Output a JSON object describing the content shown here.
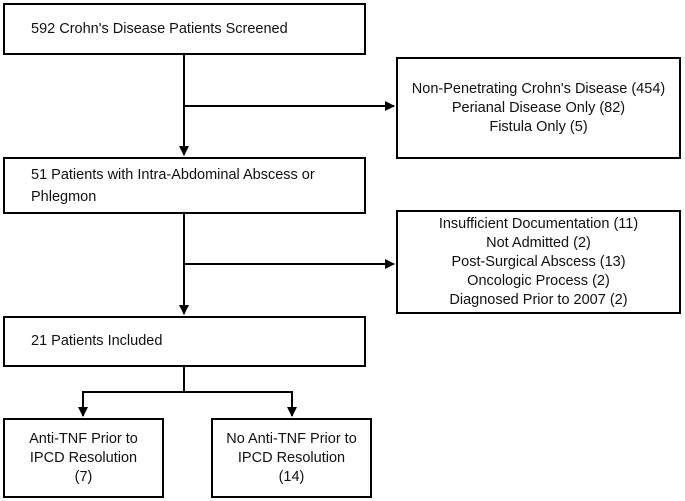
{
  "flowchart": {
    "screened": "592 Crohn's Disease Patients Screened",
    "exclusion_1": [
      "Non-Penetrating Crohn's Disease (454)",
      "Perianal Disease Only (82)",
      "Fistula Only (5)"
    ],
    "abscess": [
      "51 Patients with Intra-Abdominal Abscess or",
      "Phlegmon"
    ],
    "exclusion_2": [
      "Insufficient Documentation (11)",
      "Not Admitted (2)",
      "Post-Surgical Abscess (13)",
      "Oncologic Process (2)",
      "Diagnosed Prior to 2007 (2)"
    ],
    "included": "21 Patients Included",
    "anti_tnf": [
      "Anti-TNF Prior to",
      "IPCD Resolution",
      "(7)"
    ],
    "no_anti_tnf": [
      "No Anti-TNF Prior to",
      "IPCD Resolution",
      "(14)"
    ]
  },
  "colors": {
    "line": "#000000",
    "box_border": "#000000",
    "background": "#ffffff"
  }
}
